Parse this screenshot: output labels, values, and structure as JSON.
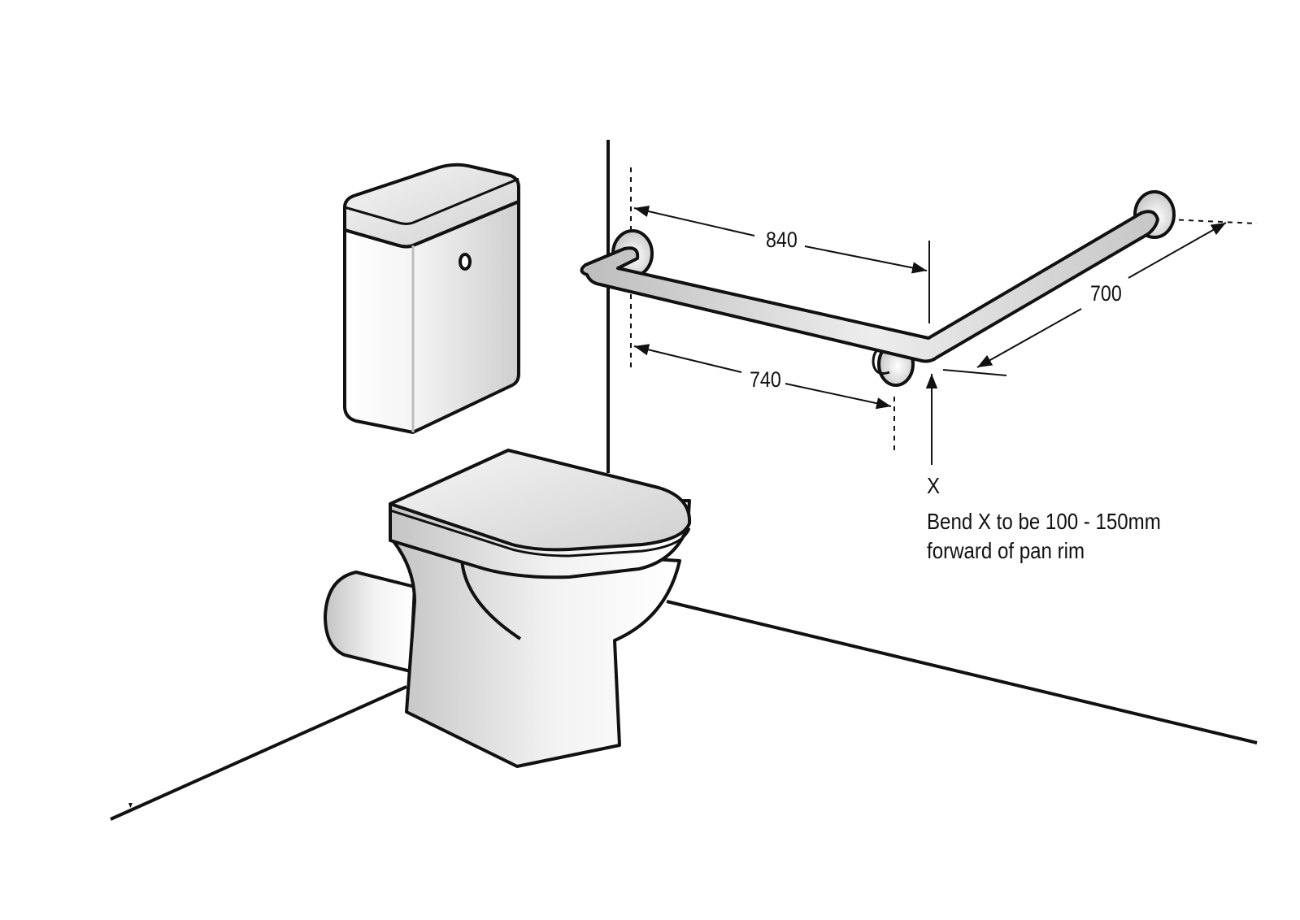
{
  "diagram": {
    "subject": "Toilet grab rail installation layout",
    "colors": {
      "stroke": "#111111",
      "fill_light": "#ffffff",
      "fill_shade": "#c9c9c9",
      "background": "#ffffff"
    },
    "dimensions": {
      "top_span": "840",
      "bottom_span": "740",
      "angled_span": "700"
    },
    "bend_marker": "X",
    "note": {
      "line1": "Bend X to be 100 - 150mm",
      "line2": "forward of pan rim"
    }
  }
}
